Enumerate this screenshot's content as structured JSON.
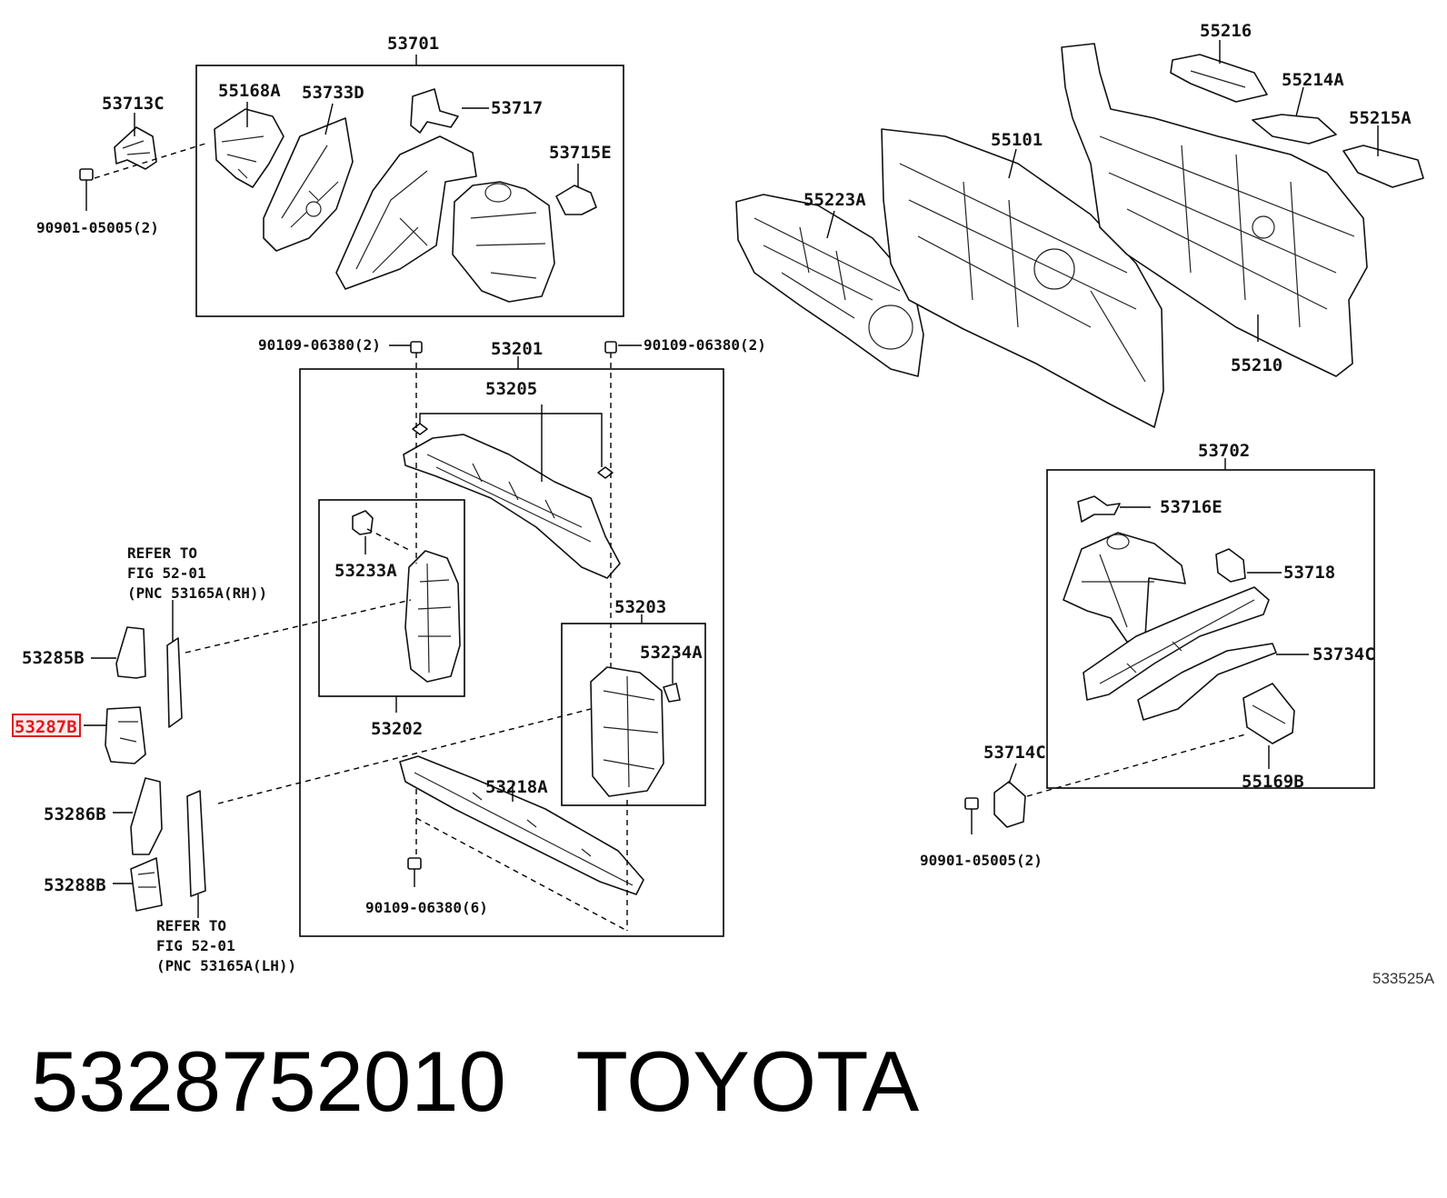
{
  "caption": {
    "part_number": "5328752010",
    "brand": "TOYOTA"
  },
  "figure_code": "533525A",
  "highlight_color": "#e0191f",
  "labels": {
    "l53701": "53701",
    "l53713C": "53713C",
    "l55168A": "55168A",
    "l53733D": "53733D",
    "l53717": "53717",
    "l53715E": "53715E",
    "l90901a": "90901-05005(2)",
    "l55216": "55216",
    "l55214A": "55214A",
    "l55215A": "55215A",
    "l55101": "55101",
    "l55223A": "55223A",
    "l55210": "55210",
    "l90109a": "90109-06380(2)",
    "l90109b": "90109-06380(2)",
    "l53201": "53201",
    "l53205": "53205",
    "l53233A": "53233A",
    "l53202": "53202",
    "l53203": "53203",
    "l53234A": "53234A",
    "l53218A": "53218A",
    "l90109c": "90109-06380(6)",
    "l53285B": "53285B",
    "l53287B": "53287B",
    "l53286B": "53286B",
    "l53288B": "53288B",
    "l53702": "53702",
    "l53716E": "53716E",
    "l53718": "53718",
    "l53734C": "53734C",
    "l53714C": "53714C",
    "l55169B": "55169B",
    "l90901b": "90901-05005(2)"
  },
  "notes": {
    "rh": [
      "REFER TO",
      "FIG 52-01",
      "(PNC 53165A(RH))"
    ],
    "lh": [
      "REFER TO",
      "FIG 52-01",
      "(PNC 53165A(LH))"
    ]
  },
  "icons": [
    "bolt-icon",
    "clip-icon"
  ]
}
